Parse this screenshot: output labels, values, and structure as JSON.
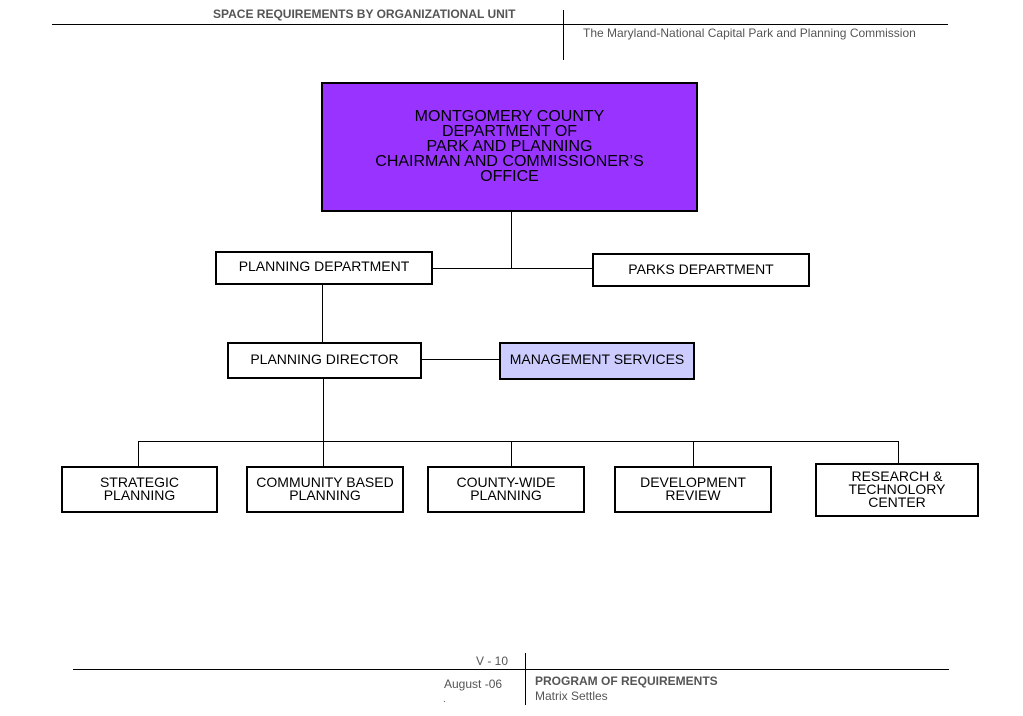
{
  "header": {
    "title": "SPACE REQUIREMENTS BY ORGANIZATIONAL UNIT",
    "organization": "The Maryland-National Capital Park and Planning Commission"
  },
  "org_chart": {
    "top": "MONTGOMERY COUNTY\nDEPARTMENT OF\nPARK AND PLANNING\nCHAIRMAN AND COMMISSIONER’S\nOFFICE",
    "planning_department": "PLANNING DEPARTMENT",
    "parks_department": "PARKS DEPARTMENT",
    "planning_director": "PLANNING DIRECTOR",
    "management_services": "MANAGEMENT SERVICES",
    "divisions": [
      "STRATEGIC\nPLANNING",
      "COMMUNITY BASED\nPLANNING",
      "COUNTY-WIDE\nPLANNING",
      "DEVELOPMENT\nREVIEW",
      "RESEARCH &\nTECHNOLORY\nCENTER"
    ]
  },
  "colors": {
    "top_box": "#9933ff",
    "management_box": "#ccccff"
  },
  "footer": {
    "page": "V - 10",
    "date": "August -06",
    "mark": ".",
    "program": "PROGRAM OF REQUIREMENTS",
    "firm": "Matrix Settles"
  }
}
